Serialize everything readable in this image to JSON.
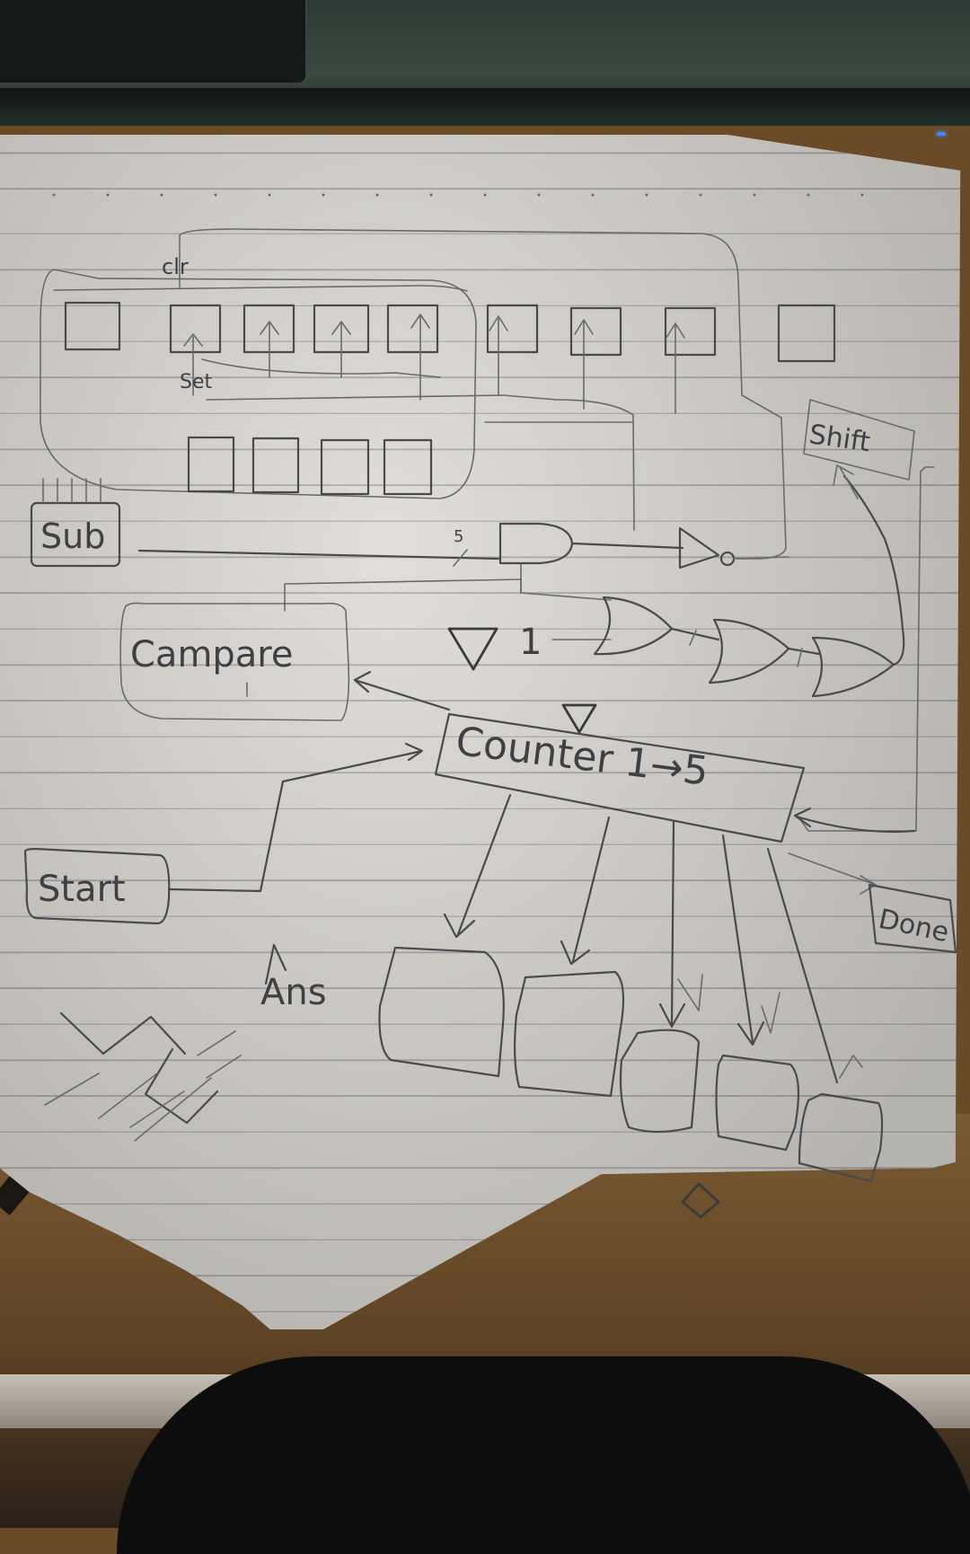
{
  "diagram": {
    "labels": {
      "clr": "clr",
      "set": "Set",
      "sub": "Sub",
      "bus_width": "5",
      "compare": "Campare",
      "const_one": "1",
      "counter": "Counter 1→5",
      "shift": "Shift",
      "start": "Start",
      "done": "Done",
      "ans": "Ans"
    }
  }
}
